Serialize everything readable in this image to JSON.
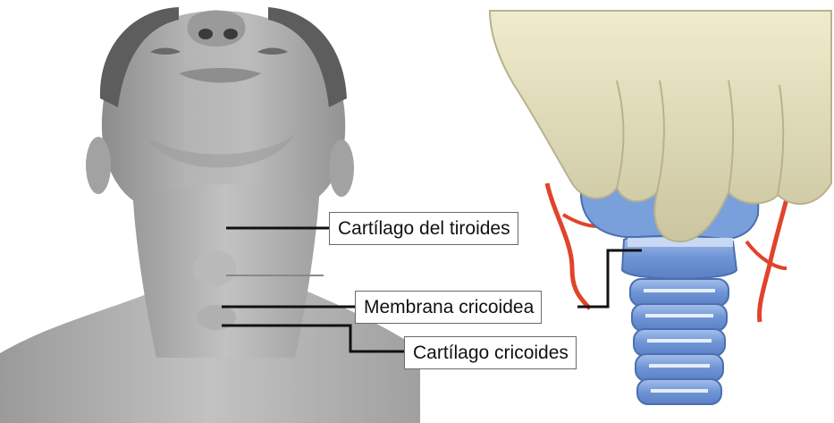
{
  "labels": {
    "thyroid": "Cartílago del tiroides",
    "membrane": "Membrana cricoidea",
    "cricoid": "Cartílago cricoides"
  },
  "colors": {
    "skin": "#a9a9a9",
    "hair": "#5d5d5d",
    "glove": "#ddd8b4",
    "cartilage": "#7aa0dc",
    "artery": "#e0442a",
    "leader": "#111111"
  }
}
